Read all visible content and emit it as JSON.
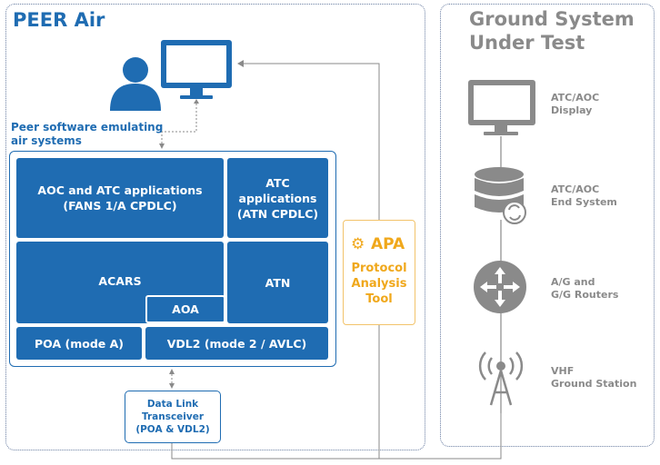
{
  "peer": {
    "title": "PEER Air",
    "caption_line1": "Peer software emulating",
    "caption_line2": "air systems",
    "stack": {
      "aoc_atc_line1": "AOC and ATC applications",
      "aoc_atc_line2": "(FANS 1/A CPDLC)",
      "atc_line1": "ATC",
      "atc_line2": "applications",
      "atc_line3": "(ATN CPDLC)",
      "acars": "ACARS",
      "atn": "ATN",
      "aoa": "AOA",
      "poa": "POA (mode A)",
      "vdl2": "VDL2 (mode 2 / AVLC)"
    },
    "transceiver_line1": "Data Link",
    "transceiver_line2": "Transceiver",
    "transceiver_line3": "(POA & VDL2)"
  },
  "apa": {
    "logo": "APA",
    "label_line1": "Protocol",
    "label_line2": "Analysis",
    "label_line3": "Tool"
  },
  "ground": {
    "title_line1": "Ground System",
    "title_line2": "Under Test",
    "items": [
      {
        "icon": "monitor-icon",
        "line1": "ATC/AOC",
        "line2": "Display"
      },
      {
        "icon": "database-icon",
        "line1": "ATC/AOC",
        "line2": "End System"
      },
      {
        "icon": "router-icon",
        "line1": "A/G and",
        "line2": "G/G Routers"
      },
      {
        "icon": "antenna-icon",
        "line1": "VHF",
        "line2": "Ground Station"
      }
    ]
  },
  "colors": {
    "peer_blue": "#1f6cb2",
    "ground_gray": "#8a8a8a",
    "apa_orange": "#f0a81c"
  }
}
